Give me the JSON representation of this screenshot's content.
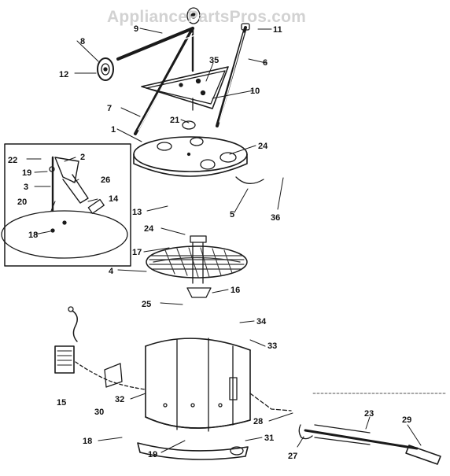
{
  "watermark": "AppliancePartsPros.com",
  "callouts": [
    {
      "id": "c-1",
      "text": "1"
    },
    {
      "id": "c-2",
      "text": "2"
    },
    {
      "id": "c-3",
      "text": "3"
    },
    {
      "id": "c-4",
      "text": "4"
    },
    {
      "id": "c-5",
      "text": "5"
    },
    {
      "id": "c-6",
      "text": "6"
    },
    {
      "id": "c-7",
      "text": "7"
    },
    {
      "id": "c-8",
      "text": "8"
    },
    {
      "id": "c-9",
      "text": "9"
    },
    {
      "id": "c-10",
      "text": "10"
    },
    {
      "id": "c-11",
      "text": "11"
    },
    {
      "id": "c-12",
      "text": "12"
    },
    {
      "id": "c-13",
      "text": "13"
    },
    {
      "id": "c-14",
      "text": "14"
    },
    {
      "id": "c-15",
      "text": "15"
    },
    {
      "id": "c-16",
      "text": "16"
    },
    {
      "id": "c-17",
      "text": "17"
    },
    {
      "id": "c-18a",
      "text": "18"
    },
    {
      "id": "c-18b",
      "text": "18"
    },
    {
      "id": "c-19a",
      "text": "19"
    },
    {
      "id": "c-19b",
      "text": "19"
    },
    {
      "id": "c-20",
      "text": "20"
    },
    {
      "id": "c-21",
      "text": "21"
    },
    {
      "id": "c-22",
      "text": "22"
    },
    {
      "id": "c-23",
      "text": "23"
    },
    {
      "id": "c-24a",
      "text": "24"
    },
    {
      "id": "c-24b",
      "text": "24"
    },
    {
      "id": "c-25",
      "text": "25"
    },
    {
      "id": "c-26",
      "text": "26"
    },
    {
      "id": "c-27",
      "text": "27"
    },
    {
      "id": "c-28",
      "text": "28"
    },
    {
      "id": "c-29",
      "text": "29"
    },
    {
      "id": "c-30",
      "text": "30"
    },
    {
      "id": "c-31",
      "text": "31"
    },
    {
      "id": "c-32",
      "text": "32"
    },
    {
      "id": "c-33",
      "text": "33"
    },
    {
      "id": "c-34",
      "text": "34"
    },
    {
      "id": "c-35",
      "text": "35"
    },
    {
      "id": "c-36",
      "text": "36"
    }
  ]
}
